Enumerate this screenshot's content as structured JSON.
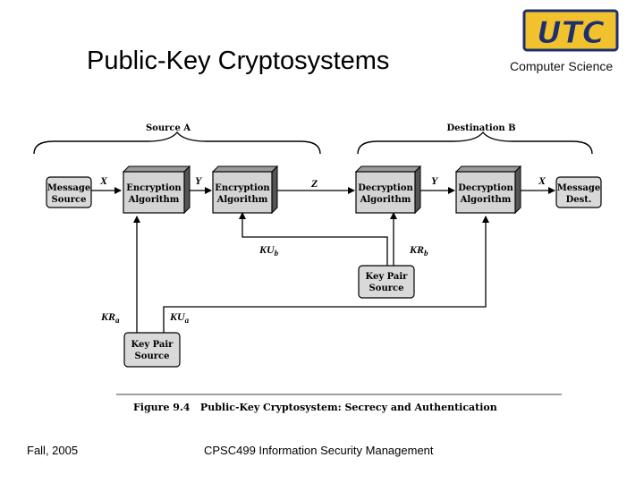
{
  "header": {
    "title": "Public-Key Cryptosystems",
    "logo_text": "UTC",
    "department": "Computer Science"
  },
  "diagram": {
    "source_label": "Source A",
    "destination_label": "Destination B",
    "boxes": {
      "message_source": [
        "Message",
        "Source"
      ],
      "encryption_1": [
        "Encryption",
        "Algorithm"
      ],
      "encryption_2": [
        "Encryption",
        "Algorithm"
      ],
      "decryption_1": [
        "Decryption",
        "Algorithm"
      ],
      "decryption_2": [
        "Decryption",
        "Algorithm"
      ],
      "message_dest": [
        "Message",
        "Dest."
      ],
      "key_pair_b": [
        "Key Pair",
        "Source"
      ],
      "key_pair_a": [
        "Key Pair",
        "Source"
      ]
    },
    "signals": {
      "x_in": "X",
      "y_1": "Y",
      "z": "Z",
      "y_2": "Y",
      "x_out": "X"
    },
    "keys": {
      "ku_b": {
        "main": "KU",
        "sub": "b"
      },
      "kr_b": {
        "main": "KR",
        "sub": "b"
      },
      "kr_a": {
        "main": "KR",
        "sub": "a"
      },
      "ku_a": {
        "main": "KU",
        "sub": "a"
      }
    },
    "caption": "Figure 9.4   Public-Key Cryptosystem: Secrecy and Authentication"
  },
  "footer": {
    "term": "Fall, 2005",
    "course": "CPSC499 Information Security Management"
  }
}
